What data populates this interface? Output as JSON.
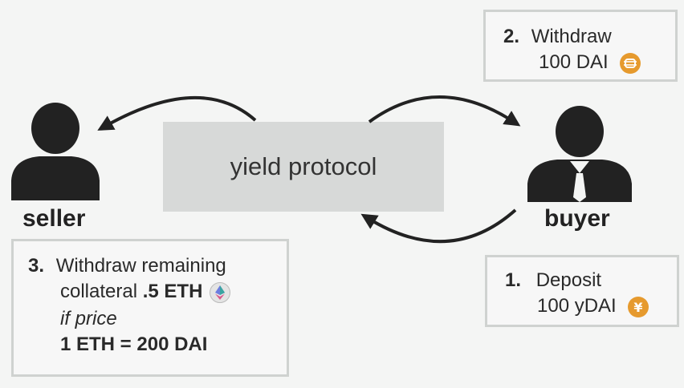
{
  "center": {
    "label": "yield protocol"
  },
  "seller": {
    "label": "seller"
  },
  "buyer": {
    "label": "buyer"
  },
  "step1": {
    "number": "1.",
    "line1": "Deposit",
    "line2": "100 yDAI",
    "coin_icon": "yen-coin-icon"
  },
  "step2": {
    "number": "2.",
    "line1": "Withdraw",
    "line2": "100 DAI",
    "coin_icon": "dai-coin-icon"
  },
  "step3": {
    "number": "3.",
    "line1": "Withdraw remaining",
    "line2_prefix": "collateral ",
    "line2_bold": ".5 ETH",
    "line3": "if price",
    "line4": "1 ETH = 200 DAI",
    "coin_icon": "ethereum-icon"
  },
  "colors": {
    "box_fill": "#d7d9d8",
    "coin": "#e69a2e",
    "person": "#222222",
    "border": "#cfd2d0"
  }
}
